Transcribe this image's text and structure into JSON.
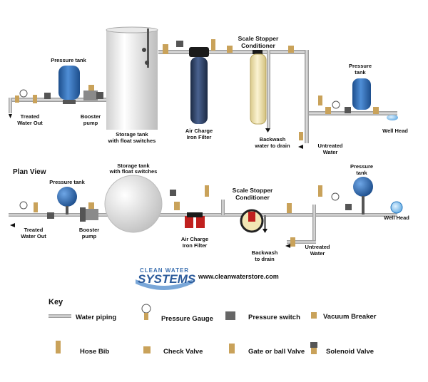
{
  "elevation": {
    "pressure_tank_left": "Pressure tank",
    "treated_out": [
      "Treated",
      "Water Out"
    ],
    "booster_pump": [
      "Booster",
      "pump"
    ],
    "storage_tank": [
      "Storage tank",
      "with float switches"
    ],
    "air_charge": [
      "Air Charge",
      "Iron Filter"
    ],
    "scale_stopper": [
      "Scale Stopper",
      "Conditioner"
    ],
    "backwash": [
      "Backwash",
      "water to drain"
    ],
    "untreated": [
      "Untreated",
      "Water"
    ],
    "pressure_tank_right": [
      "Pressure",
      "tank"
    ],
    "well_head": "Well Head"
  },
  "plan": {
    "title": "Plan View",
    "pressure_tank_left": "Pressure tank",
    "storage_tank": [
      "Storage tank",
      "with float switches"
    ],
    "scale_stopper": [
      "Scale Stopper",
      "Conditioner"
    ],
    "pressure_tank_right": [
      "Pressure",
      "tank"
    ],
    "treated_out": [
      "Treated",
      "Water Out"
    ],
    "booster_pump": [
      "Booster",
      "pump"
    ],
    "air_charge": [
      "Air Charge",
      "Iron Filter"
    ],
    "backwash": [
      "Backwash",
      "to drain"
    ],
    "untreated": [
      "Untreated",
      "Water"
    ],
    "well_head": "Well Head"
  },
  "brand": {
    "logo_top": "CLEAN WATER",
    "logo_main": "SYSTEMS",
    "url": "www.cleanwaterstore.com"
  },
  "key": {
    "title": "Key",
    "items": {
      "water_piping": "Water piping",
      "pressure_gauge": "Pressure Gauge",
      "pressure_switch": "Pressure switch",
      "vacuum_breaker": "Vacuum Breaker",
      "hose_bib": "Hose Bib",
      "check_valve": "Check Valve",
      "gate_valve": "Gate or ball Valve",
      "solenoid_valve": "Solenoid Valve"
    }
  },
  "colors": {
    "pipe": "#b9b9b9",
    "brass": "#c9a25a",
    "tank_blue": "#2f6cb3",
    "iron_filter": "#2b3f63",
    "conditioner": "#f2e6b4",
    "valve_red": "#c0201e"
  }
}
